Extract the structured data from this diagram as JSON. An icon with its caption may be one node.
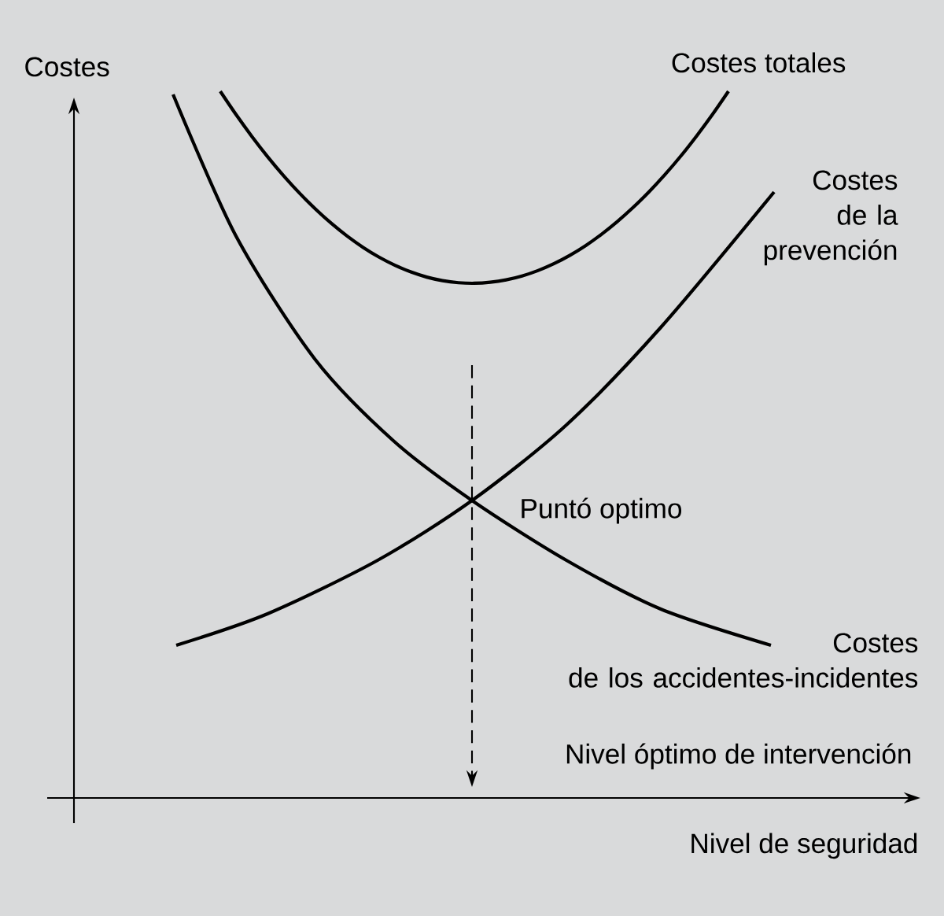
{
  "diagram": {
    "labels": [
      "Costes",
      "Costes totales",
      "Costes de la prevención",
      "Puntó optimo",
      "Costes de los accidentes-incidentes",
      "Nivel óptimo de intervención",
      "Nivel de seguridad"
    ]
  }
}
